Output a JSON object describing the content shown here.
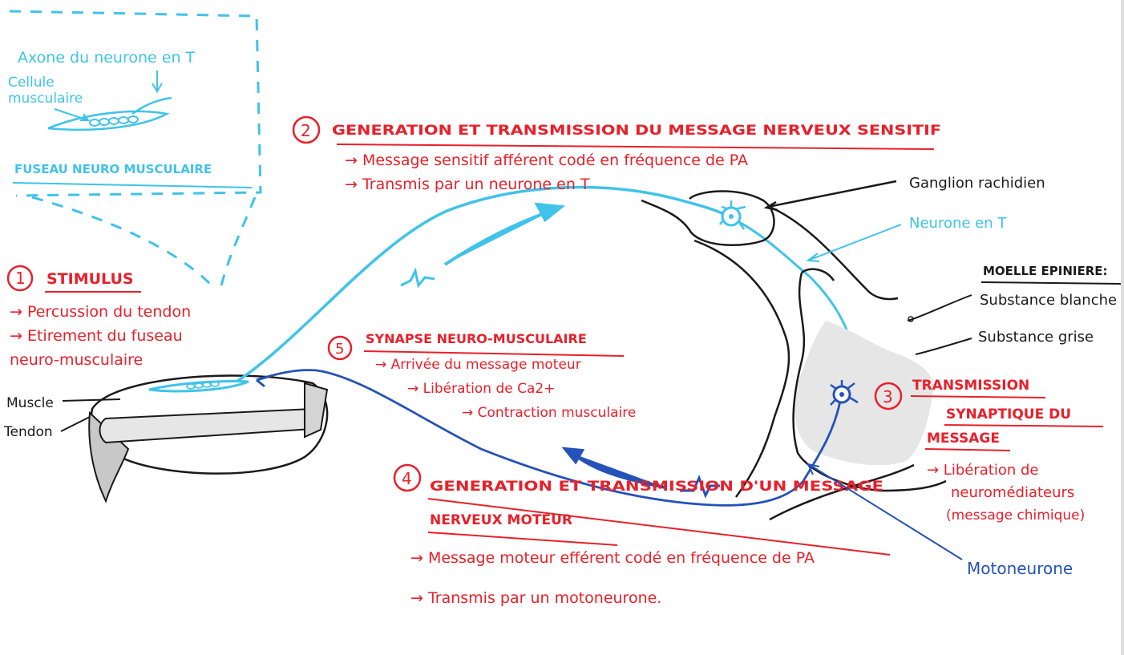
{
  "colors": {
    "red": "#e8202a",
    "cyan": "#3fc3ea",
    "blue": "#2552b8",
    "black": "#1a1a1a",
    "grey": "#b9b9b9"
  },
  "inset": {
    "axone_label": "Axone du neurone en T",
    "cellule_label_line1": "Cellule",
    "cellule_label_line2": "musculaire",
    "fuseau_label": "FUSEAU NEURO MUSCULAIRE"
  },
  "step1": {
    "number": "1",
    "title": "STIMULUS",
    "line1": "→ Percussion du tendon",
    "line2": "→ Etirement du fuseau",
    "line3": "neuro-musculaire"
  },
  "step2": {
    "number": "2",
    "title": "GENERATION ET TRANSMISSION DU MESSAGE NERVEUX SENSITIF",
    "line1": "→ Message sensitif afférent codé en fréquence de PA",
    "line2": "→ Transmis par un neurone en T"
  },
  "step3": {
    "number": "3",
    "title_line1": "TRANSMISSION",
    "title_line2": "SYNAPTIQUE DU",
    "title_line3": "MESSAGE",
    "line1": "→ Libération de",
    "line2": "neuromédiateurs",
    "line3": "(message chimique)"
  },
  "step4": {
    "number": "4",
    "title_line1": "GENERATION ET TRANSMISSION D'UN MESSAGE",
    "title_line2": "NERVEUX MOTEUR",
    "line1": "→ Message moteur efférent codé en fréquence de PA",
    "line2": "→ Transmis par un motoneurone."
  },
  "step5": {
    "number": "5",
    "title": "SYNAPSE NEURO-MUSCULAIRE",
    "line1": "→ Arrivée du message moteur",
    "line2": "→ Libération de Ca2+",
    "line3": "→ Contraction musculaire"
  },
  "labels": {
    "muscle": "Muscle",
    "tendon": "Tendon",
    "ganglion": "Ganglion rachidien",
    "neurone_t": "Neurone en T",
    "moelle": "MOELLE EPINIERE:",
    "substance_blanche": "Substance blanche",
    "substance_grise": "Substance grise",
    "motoneurone": "Motoneurone"
  }
}
